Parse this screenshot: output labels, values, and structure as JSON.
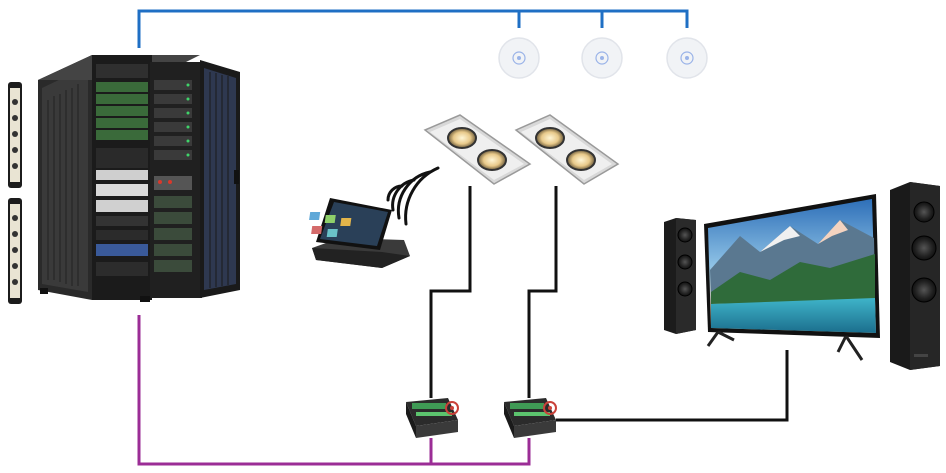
{
  "diagram": {
    "type": "smart-home-network-topology",
    "colors": {
      "network_line": "#1f6fc4",
      "control_line": "#9b2d96",
      "power_line": "#111111",
      "background": "#ffffff"
    },
    "nodes": [
      {
        "id": "server-rack",
        "icon": "server-rack-icon"
      },
      {
        "id": "power-strip-top",
        "icon": "power-strip-icon"
      },
      {
        "id": "power-strip-bottom",
        "icon": "power-strip-icon"
      },
      {
        "id": "wifi-access-point-1",
        "icon": "wifi-access-point-icon"
      },
      {
        "id": "wifi-access-point-2",
        "icon": "wifi-access-point-icon"
      },
      {
        "id": "wifi-access-point-3",
        "icon": "wifi-access-point-icon"
      },
      {
        "id": "touch-panel",
        "icon": "touch-panel-icon"
      },
      {
        "id": "downlight-1",
        "icon": "recessed-downlight-icon"
      },
      {
        "id": "downlight-2",
        "icon": "recessed-downlight-icon"
      },
      {
        "id": "dimmer-module-1",
        "icon": "dimmer-module-icon"
      },
      {
        "id": "dimmer-module-2",
        "icon": "dimmer-module-icon"
      },
      {
        "id": "tv",
        "icon": "television-icon"
      },
      {
        "id": "speaker-left",
        "icon": "floor-speaker-icon"
      },
      {
        "id": "speaker-right",
        "icon": "floor-speaker-icon"
      }
    ],
    "connections": [
      {
        "from": "server-rack",
        "to": "wifi-access-point-1",
        "kind": "network"
      },
      {
        "from": "server-rack",
        "to": "wifi-access-point-2",
        "kind": "network"
      },
      {
        "from": "server-rack",
        "to": "wifi-access-point-3",
        "kind": "network"
      },
      {
        "from": "server-rack",
        "to": "dimmer-module-1",
        "kind": "control"
      },
      {
        "from": "server-rack",
        "to": "dimmer-module-2",
        "kind": "control"
      },
      {
        "from": "dimmer-module-1",
        "to": "downlight-1",
        "kind": "power"
      },
      {
        "from": "dimmer-module-2",
        "to": "downlight-2",
        "kind": "power"
      },
      {
        "from": "dimmer-module-2",
        "to": "tv",
        "kind": "power"
      },
      {
        "from": "touch-panel",
        "to": "wireless",
        "kind": "wireless"
      }
    ]
  }
}
